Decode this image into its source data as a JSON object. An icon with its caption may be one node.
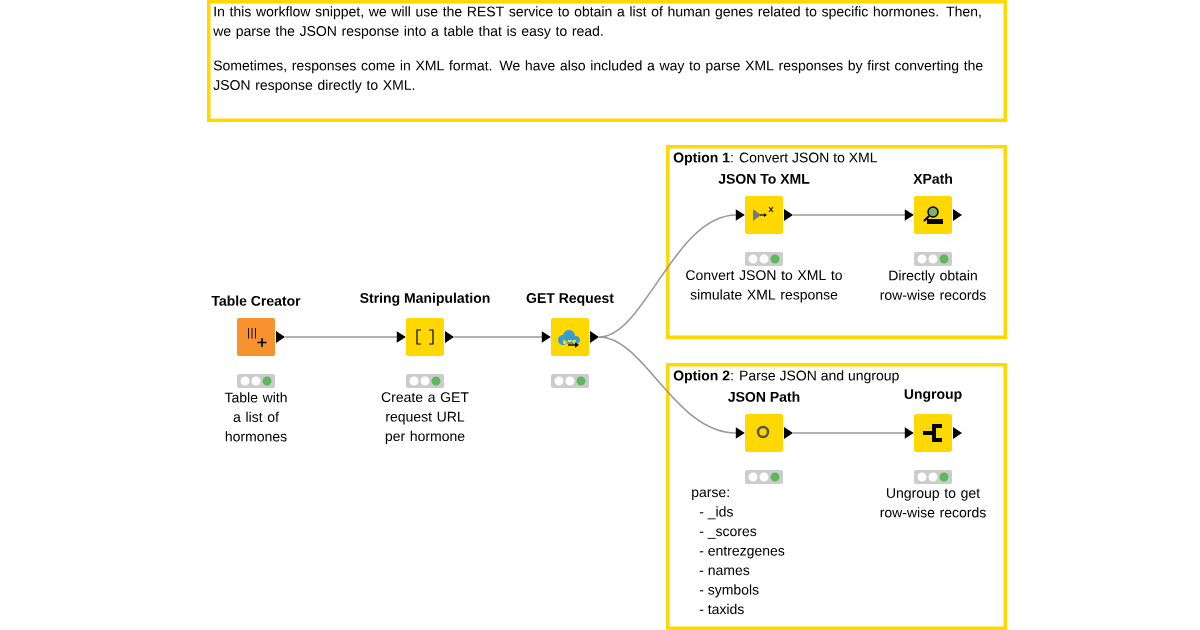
{
  "diagram": {
    "nodes": [
      {
        "text": [
          "In this workflow snippet, we will use the REST service to obtain a list of human genes related to specific hormones. Then, we parse the JSON response into a table that is easy to read.",
          "Sometimes, responses come in XML format. We have also included a way to parse XML responses by first converting the JSON response directly to XML."
        ]
      },
      {
        "text": [
          "**Option 1**: Convert JSON to XML"
        ]
      },
      {
        "text": [
          "**Option 2**: Parse JSON and ungroup"
        ]
      },
      {
        "text": [
          "Table Creator"
        ],
        "beside": [
          "Table with a list of hormones"
        ]
      },
      {
        "text": [
          "String Manipulation"
        ],
        "beside": [
          "Create a GET request URL per hormone"
        ]
      },
      {
        "text": [
          "GET Request"
        ]
      },
      {
        "text": [
          "JSON To XML"
        ],
        "in": 1,
        "beside": [
          "Convert JSON to XML to simulate XML response"
        ]
      },
      {
        "text": [
          "XPath"
        ],
        "in": 1,
        "beside": [
          "Directly obtain row-wise records"
        ]
      },
      {
        "text": [
          "JSON Path"
        ],
        "in": 2,
        "beside": [
          "parse:",
          "- _ids",
          "- _scores",
          "- entrezgenes",
          "- names",
          "- symbols",
          "- taxids"
        ]
      },
      {
        "text": [
          "Ungroup"
        ],
        "in": 2,
        "beside": [
          "Ungroup to get row-wise records"
        ]
      }
    ],
    "edges": [
      {
        "from": 3,
        "to": 4,
        "arrow": "to"
      },
      {
        "from": 4,
        "to": 5,
        "arrow": "to"
      },
      {
        "from": 5,
        "to": 6,
        "arrow": "to"
      },
      {
        "from": 5,
        "to": 8,
        "arrow": "to"
      },
      {
        "from": 6,
        "to": 7,
        "arrow": "to"
      },
      {
        "from": 8,
        "to": 9,
        "arrow": "to"
      }
    ]
  }
}
